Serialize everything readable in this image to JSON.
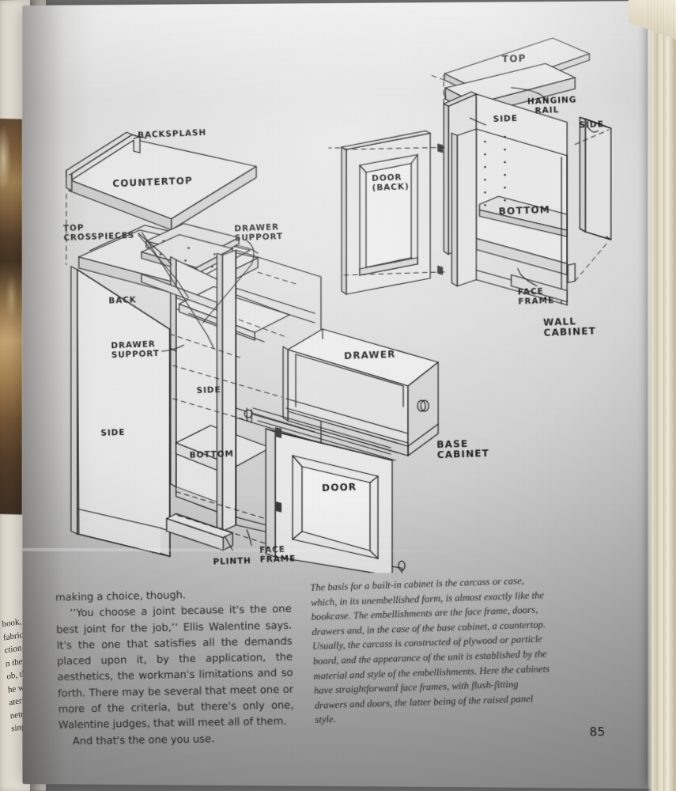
{
  "book": {
    "page_number": "85",
    "left_page_fragments": [
      "book, the si",
      "fabrication",
      "ction depends",
      "n  the  struct",
      "ob, the whim",
      "he  workman",
      "aterial, and s",
      "netmakers",
      "single element"
    ]
  },
  "figure": {
    "title_labels": [
      {
        "id": "wall-cabinet",
        "text": "WALL\nCABINET"
      },
      {
        "id": "base-cabinet",
        "text": "BASE\nCABINET"
      }
    ],
    "wall_cabinet_labels": [
      {
        "id": "top",
        "text": "TOP"
      },
      {
        "id": "hanging-rail",
        "text": "HANGING\n  RAIL"
      },
      {
        "id": "side-left",
        "text": "SIDE"
      },
      {
        "id": "side-right",
        "text": "SIDE"
      },
      {
        "id": "door-back",
        "text": "DOOR\n(BACK)"
      },
      {
        "id": "bottom",
        "text": "BOTTOM"
      },
      {
        "id": "face-frame",
        "text": "FACE\nFRAME"
      }
    ],
    "base_cabinet_labels": [
      {
        "id": "backsplash",
        "text": "BACKSPLASH"
      },
      {
        "id": "countertop",
        "text": "COUNTERTOP"
      },
      {
        "id": "top-crosspieces",
        "text": "TOP\nCROSSPIECES"
      },
      {
        "id": "drawer-support-upper",
        "text": "DRAWER\nSUPPORT"
      },
      {
        "id": "back",
        "text": "BACK"
      },
      {
        "id": "drawer-support-lower",
        "text": "DRAWER\nSUPPORT"
      },
      {
        "id": "side-outer",
        "text": "SIDE"
      },
      {
        "id": "side-inner",
        "text": "SIDE"
      },
      {
        "id": "bottom",
        "text": "BOTTOM"
      },
      {
        "id": "drawer",
        "text": "DRAWER"
      },
      {
        "id": "door",
        "text": "DOOR"
      },
      {
        "id": "plinth",
        "text": "PLINTH"
      },
      {
        "id": "face-frame",
        "text": "FACE\nFRAME"
      }
    ]
  },
  "body": {
    "left_column": [
      {
        "style": "plain",
        "text": "making a choice, though."
      },
      {
        "style": "indent",
        "text": "‘‘You choose a joint because it's the one best joint for the job,’’ Ellis Walentine says. It's the one that satisfies all the demands placed upon it, by the application, the aesthetics, the workman's limitations and so forth. There may be several that meet one or more of the criteria, but there's only one, Walentine judges, that will meet all of them."
      },
      {
        "style": "indent",
        "text": "And that's the one you use."
      }
    ],
    "right_column": [
      {
        "text": "The basis for a built-in cabinet is the carcass or case, which, in its unembellished form, is almost exactly like the bookcase. The embellishments are the face frame, doors, drawers and, in the case of the base cabinet, a countertop. Usually, the carcass is constructed of plywood or particle board, and the appearance of the unit is established by the material and style of the embellishments. Here the cabinets have straightforward face frames, with flush-fitting drawers and doors, the latter being of the raised panel style."
      }
    ]
  },
  "colors": {
    "ink": "#1d1d1d",
    "body_text": "#2b2b2b",
    "paper": "#d8d8d8",
    "page_block_edge": "#e4decb"
  }
}
